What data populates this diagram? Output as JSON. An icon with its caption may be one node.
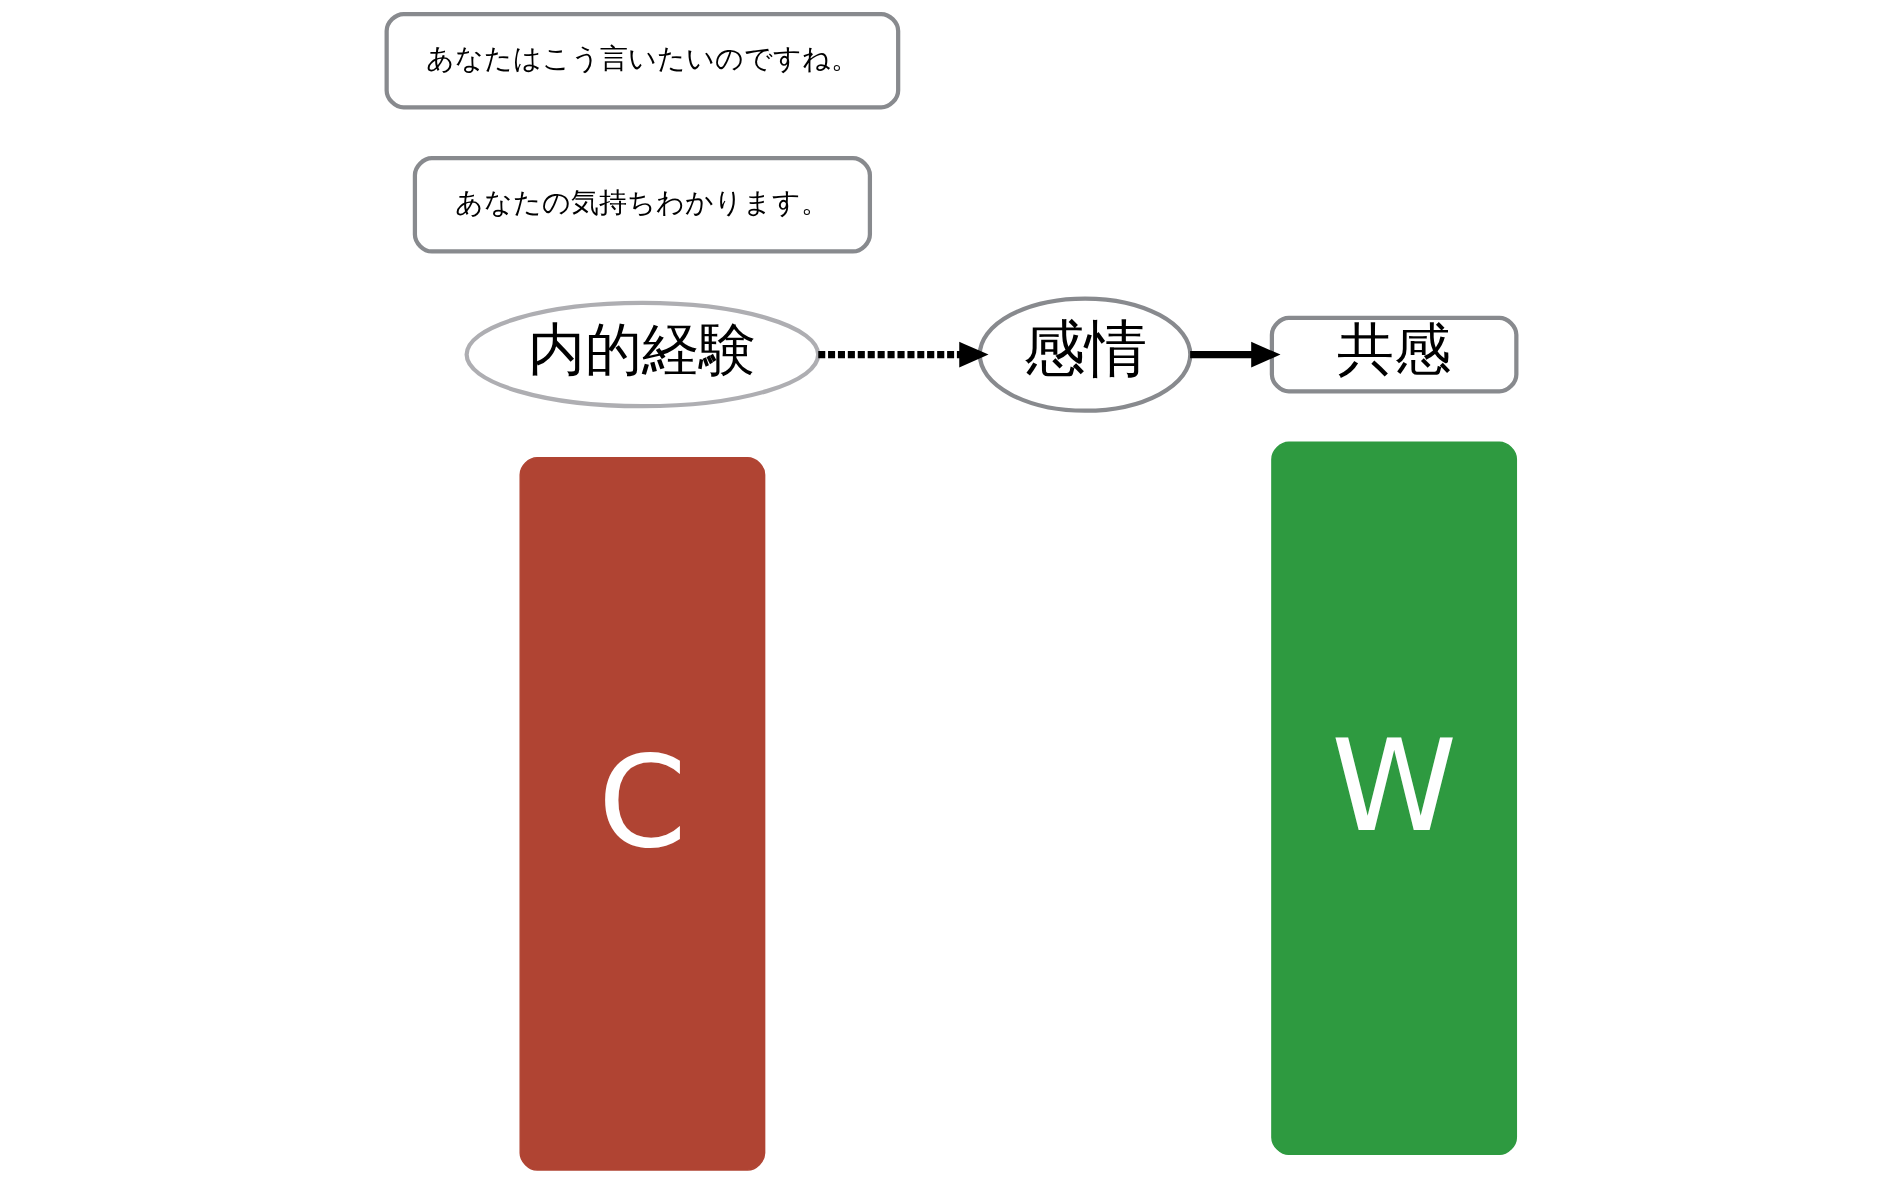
{
  "diagram": {
    "nodes": [
      {
        "text": [
          "C"
        ]
      },
      {
        "text": [
          "W"
        ]
      },
      {
        "text": [
          "感情"
        ]
      },
      {
        "text": [
          "共感"
        ]
      },
      {
        "text": [
          "内的経験"
        ]
      },
      {
        "text": [
          "あなたの気持ちわかります。"
        ]
      },
      {
        "text": [
          "あなたはこう言いたいのですね。"
        ]
      }
    ],
    "edges": [
      {
        "from": 4,
        "to": 2,
        "arrow": "to",
        "style": "dashed"
      },
      {
        "from": 2,
        "to": 3,
        "arrow": "to"
      }
    ]
  }
}
